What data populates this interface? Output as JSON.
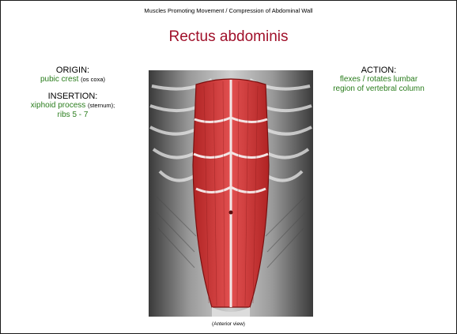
{
  "header": "Muscles Promoting Movement / Compression of Abdominal Wall",
  "title": "Rectus abdominis",
  "origin": {
    "label": "ORIGIN:",
    "value": "pubic crest",
    "note": "(os coxa)"
  },
  "insertion": {
    "label": "INSERTION:",
    "value1": "xiphoid process",
    "note": "(sternum);",
    "value2": "ribs 5 - 7"
  },
  "action": {
    "label": "ACTION:",
    "line1": "flexes / rotates lumbar",
    "line2": "region of vertebral column"
  },
  "caption": "(Anterior view)",
  "colors": {
    "title": "#a0102a",
    "green": "#2a7d1d",
    "muscle": "#d83a3a"
  }
}
